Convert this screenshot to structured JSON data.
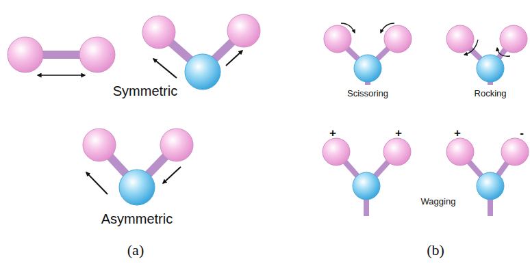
{
  "diagram": {
    "labels": [
      "Symmetric",
      "Asymmetric",
      "Scissoring",
      "Rocking",
      "+",
      "+",
      "+",
      "-",
      "Wagging",
      "(a)",
      "(b)"
    ]
  }
}
